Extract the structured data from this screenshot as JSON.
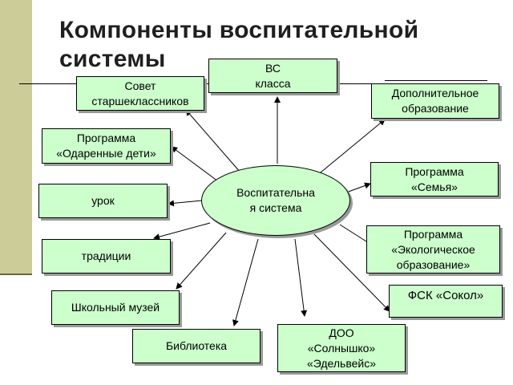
{
  "title": {
    "line1": "Компоненты воспитательной",
    "line2": "системы"
  },
  "center": {
    "line1": "Воспитательна",
    "line2": "я система"
  },
  "nodes": {
    "bc": {
      "line1": "ВС",
      "line2": "класса"
    },
    "sovet": {
      "line1": "Совет",
      "line2": "старшеклассников"
    },
    "dop": {
      "line1": "Дополнительное",
      "line2": "образование"
    },
    "odar": {
      "line1": "Программа",
      "line2": "«Одаренные дети»"
    },
    "semya": {
      "line1": "Программа",
      "line2": "«Семья»"
    },
    "urok": {
      "line1": "урок"
    },
    "traditsii": {
      "line1": "традиции"
    },
    "ekol": {
      "line1": "Программа",
      "line2": "«Экологическое",
      "line3": "образование»"
    },
    "muzey": {
      "line1": "Школьный музей"
    },
    "fsk": {
      "line1": "ФСК «Сокол»"
    },
    "biblioteka": {
      "line1": "Библиотека"
    },
    "doo": {
      "line1": "ДОО",
      "line2": "«Солнышко»",
      "line3": "«Эдельвейс»"
    }
  },
  "colors": {
    "box_fill": "#ccffcc",
    "band": "#cccc99",
    "arrow": "#000000"
  }
}
